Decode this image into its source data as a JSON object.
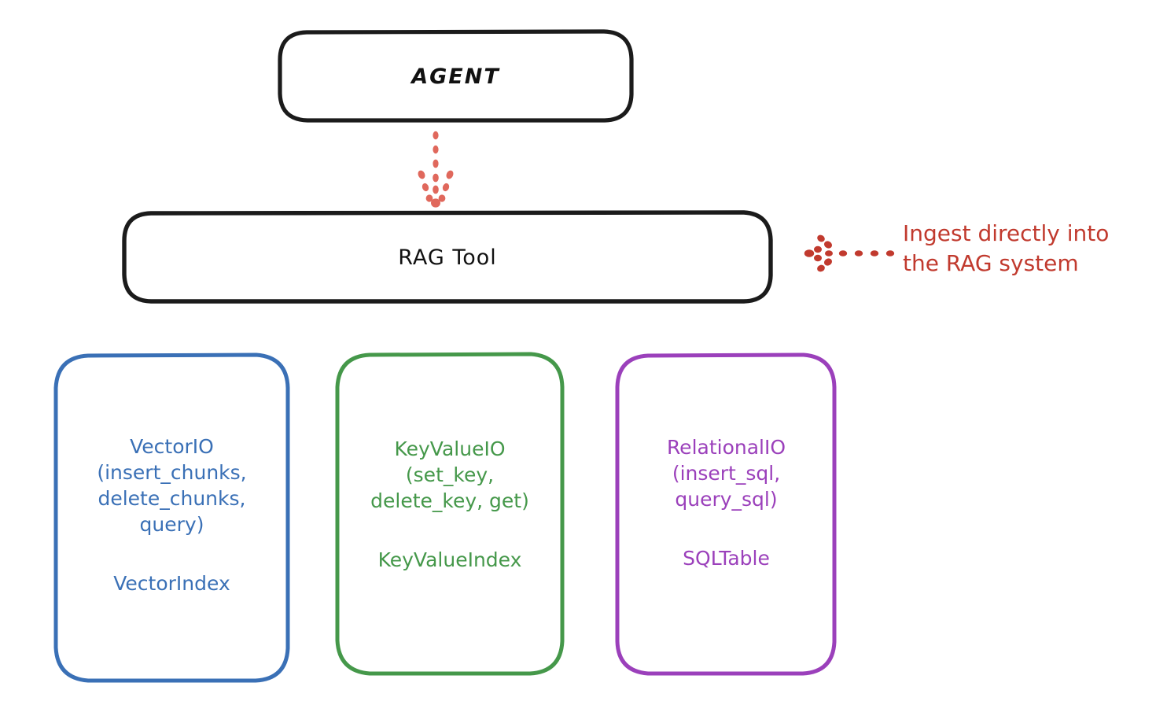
{
  "diagram": {
    "title_nodes": {
      "agent": {
        "label": "AGENT",
        "shape": "rounded-rect",
        "stroke_color": "#1b1b1b"
      },
      "rag_tool": {
        "label": "RAG Tool",
        "shape": "rounded-rect",
        "stroke_color": "#1b1b1b"
      }
    },
    "leaf_nodes": [
      {
        "key": "vector",
        "primary": "VectorIO\n(insert_chunks,\ndelete_chunks,\nquery)",
        "secondary": "VectorIndex",
        "stroke_color": "#3a70b6"
      },
      {
        "key": "keyvalue",
        "primary": "KeyValueIO\n(set_key,\ndelete_key, get)",
        "secondary": "KeyValueIndex",
        "stroke_color": "#45984a"
      },
      {
        "key": "relational",
        "primary": "RelationalIO\n(insert_sql,\nquery_sql)",
        "secondary": "SQLTable",
        "stroke_color": "#9b40bb"
      }
    ],
    "annotations": {
      "ingest_note": "Ingest directly into\nthe RAG system",
      "ingest_note_color": "#c13a2e"
    },
    "connectors": [
      {
        "name": "agent-to-rag-tool",
        "style": "dotted-arrow-down",
        "color": "#e0685c"
      },
      {
        "name": "ingest-note-to-rag-tool",
        "style": "dotted-arrow-left",
        "color": "#c13a2e"
      }
    ],
    "colors": {
      "background": "#ffffff",
      "blue": "#3a70b6",
      "green": "#45984a",
      "purple": "#9b40bb",
      "red": "#c13a2e",
      "salmon": "#e0685c",
      "black": "#1b1b1b"
    }
  }
}
